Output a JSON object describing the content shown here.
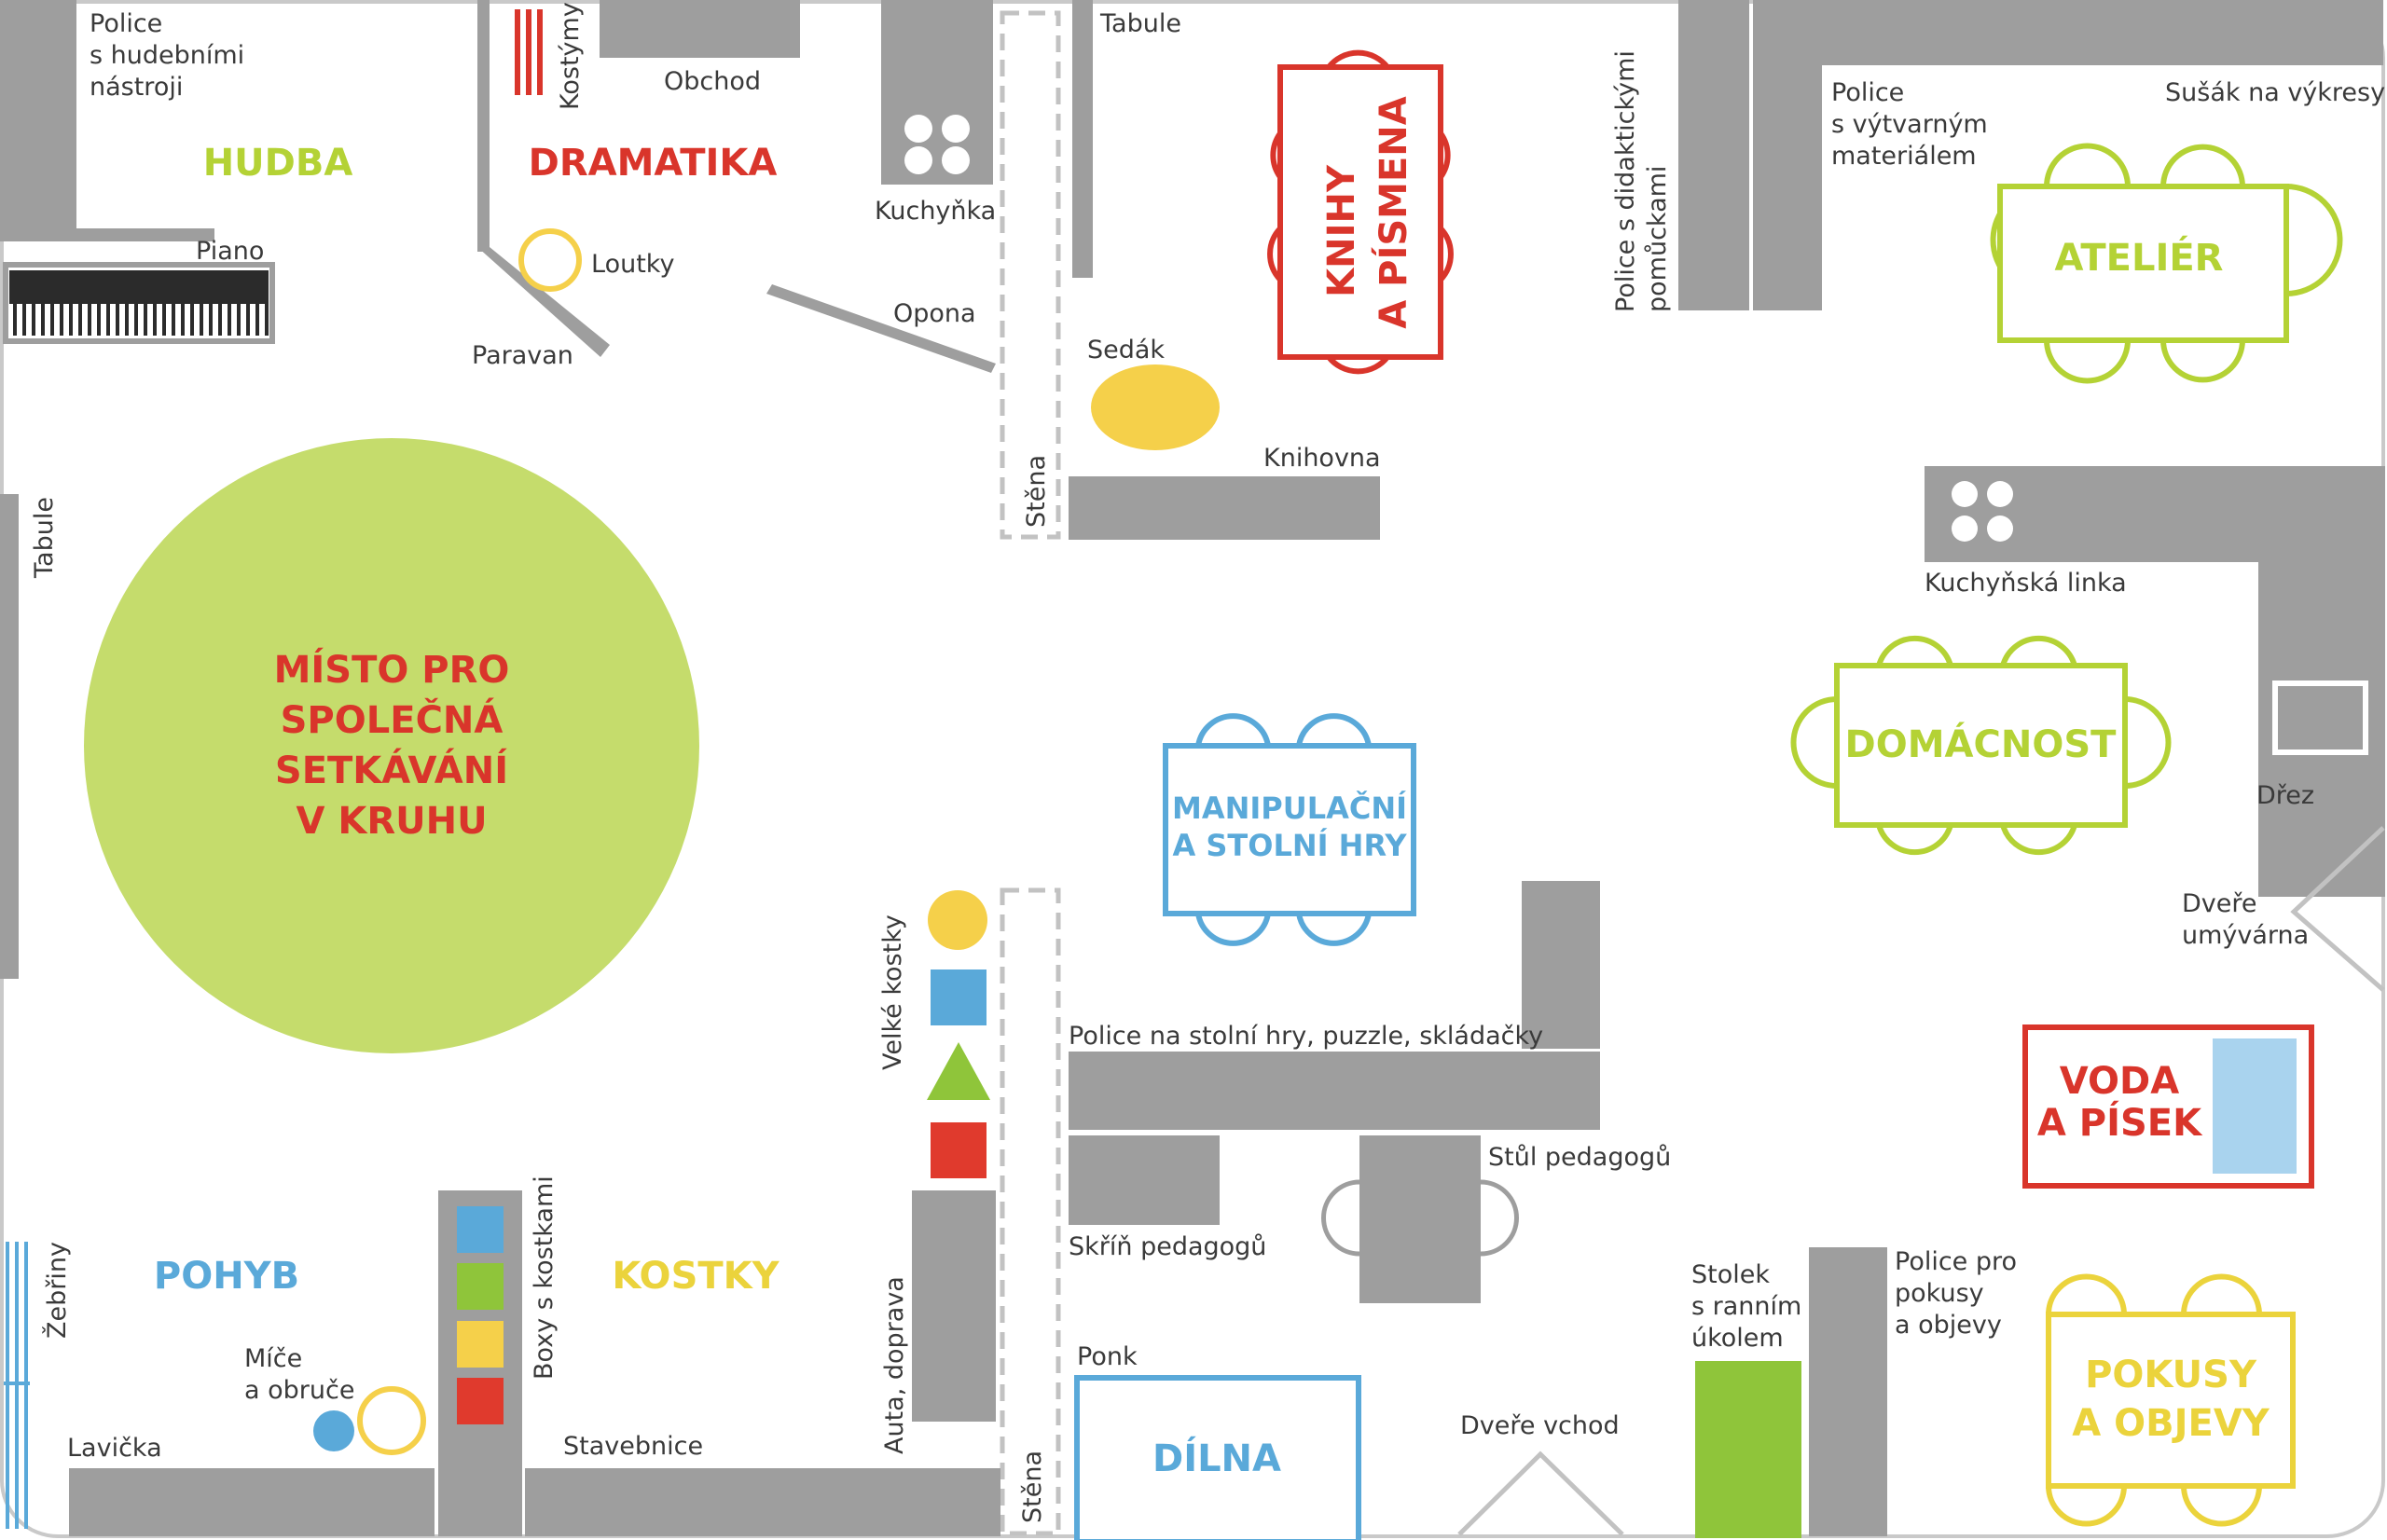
{
  "colors": {
    "furniture": "#9e9e9e",
    "red": "#d9352b",
    "green": "#b4d235",
    "light_green_circle": "#c5dc6c",
    "blue": "#5aa9d9",
    "yellow": "#f5d04a",
    "water": "#a9d3ee"
  },
  "zones": {
    "hudba": "HUDBA",
    "dramatika": "DRAMATIKA",
    "knihy_1": "KNIHY",
    "knihy_2": "A PÍSMENA",
    "atelier": "ATELIÉR",
    "circle_1": "MÍSTO PRO",
    "circle_2": "SPOLEČNÁ",
    "circle_3": "SETKÁVÁNÍ",
    "circle_4": "V KRUHU",
    "domacnost": "DOMÁCNOST",
    "manipulacni_1": "MANIPULAČNÍ",
    "manipulacni_2": "A STOLNÍ HRY",
    "voda_1": "VODA",
    "voda_2": "A PÍSEK",
    "pohyb": "POHYB",
    "kostky": "KOSTKY",
    "dilna": "DÍLNA",
    "pokusy_1": "POKUSY",
    "pokusy_2": "A OBJEVY"
  },
  "labels": {
    "police_hudebni_1": "Police",
    "police_hudebni_2": "s hudebními",
    "police_hudebni_3": "nástroji",
    "kostymy": "Kostýmy",
    "obchod": "Obchod",
    "kuchynka": "Kuchyňka",
    "tabule_top": "Tabule",
    "piano": "Piano",
    "loutky": "Loutky",
    "paravan": "Paravan",
    "opona": "Opona",
    "sedak": "Sedák",
    "stena_top": "Stěna",
    "knihovna": "Knihovna",
    "police_didakticke_1": "Police s didaktickými",
    "police_didakticke_2": "pomůckami",
    "police_vytvarny_1": "Police",
    "police_vytvarny_2": "s výtvarným",
    "police_vytvarny_3": "materiálem",
    "susak": "Sušák na výkresy",
    "kuchynska_linka": "Kuchyňská linka",
    "drez": "Dřez",
    "dvere_umyvarna_1": "Dveře",
    "dvere_umyvarna_2": "umývárna",
    "tabule_left": "Tabule",
    "velke_kostky": "Velké kostky",
    "police_stolni": "Police na stolní hry, puzzle, skládačky",
    "stul_pedagogu": "Stůl pedagogů",
    "skrin_pedagogu": "Skříň pedagogů",
    "stolek_1": "Stolek",
    "stolek_2": "s ranním",
    "stolek_3": "úkolem",
    "police_pokusy_1": "Police pro",
    "police_pokusy_2": "pokusy",
    "police_pokusy_3": "a objevy",
    "zebriny": "Žebřiny",
    "boxy": "Boxy s kostkami",
    "mice_1": "Míče",
    "mice_2": "a obruče",
    "lavicka": "Lavička",
    "stavebnice": "Stavebnice",
    "auta": "Auta, doprava",
    "stena_bottom": "Stěna",
    "ponk": "Ponk",
    "dvere_vchod": "Dveře vchod"
  }
}
